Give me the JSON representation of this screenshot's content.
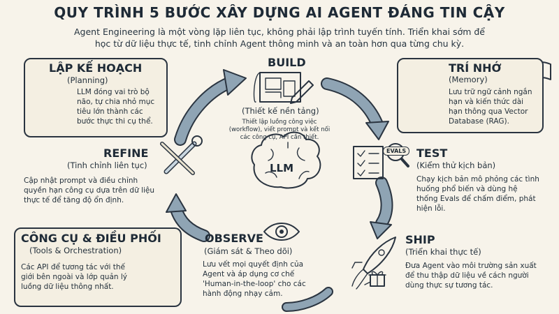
{
  "header": {
    "title": "QUY TRÌNH 5 BƯỚC XÂY DỰNG AI AGENT ĐÁNG TIN CẬY",
    "subtitle": "Agent Engineering là một vòng lặp liên tục, không phải lập trình tuyến tính. Triển khai sớm để học từ dữ liệu thực tế, tinh chỉnh Agent thông minh và an toàn hơn qua từng chu kỳ."
  },
  "center": {
    "label": "LLM"
  },
  "planning": {
    "title": "LẬP KẾ HOẠCH",
    "subtitle": "(Planning)",
    "body": "LLM đóng vai trò bộ não, tự chia nhỏ mục tiêu lớn thành các bước thực thi cụ thể."
  },
  "build": {
    "title": "BUILD",
    "subtitle": "(Thiết kế nền tảng)",
    "body": "Thiết lập luồng công việc (workflow), viết prompt và kết nối các công cụ, API cần thiết."
  },
  "memory": {
    "title": "TRÍ NHỚ",
    "subtitle": "(Memory)",
    "body": "Lưu trữ ngữ cảnh ngắn hạn và kiến thức dài hạn thông qua Vector Database (RAG)."
  },
  "refine": {
    "title": "REFINE",
    "subtitle": "(Tinh chỉnh liên tục)",
    "body": "Cập nhật prompt và điều chỉnh quyền hạn công cụ dựa trên dữ liệu thực tế để tăng độ ổn định."
  },
  "test": {
    "title": "TEST",
    "subtitle": "(Kiểm thử kịch bản)",
    "body": "Chạy kịch bản mô phỏng các tình huống phổ biến và dùng hệ thống Evals để chấm điểm, phát hiện lỗi.",
    "badge": "EVALS"
  },
  "tools": {
    "title": "CÔNG CỤ & ĐIỀU PHỐI",
    "subtitle": "(Tools & Orchestration)",
    "body": "Các API để tương tác với thế giới bên ngoài và lớp quản lý luồng dữ liệu thông nhất."
  },
  "observe": {
    "title": "OBSERVE",
    "subtitle": "(Giám sát & Theo dõi)",
    "body": "Lưu vết mọi quyết định của Agent và áp dụng cơ chế 'Human-in-the-loop' cho các hành động nhạy cảm."
  },
  "ship": {
    "title": "SHIP",
    "subtitle": "(Triển khai thực tế)",
    "body": "Đưa Agent vào môi trường sản xuất để thu thập dữ liệu về cách người dùng thực sự tương tác."
  },
  "colors": {
    "arrow": "#8fa4b4",
    "ink": "#2a3440",
    "paper": "#f7f3ea"
  }
}
